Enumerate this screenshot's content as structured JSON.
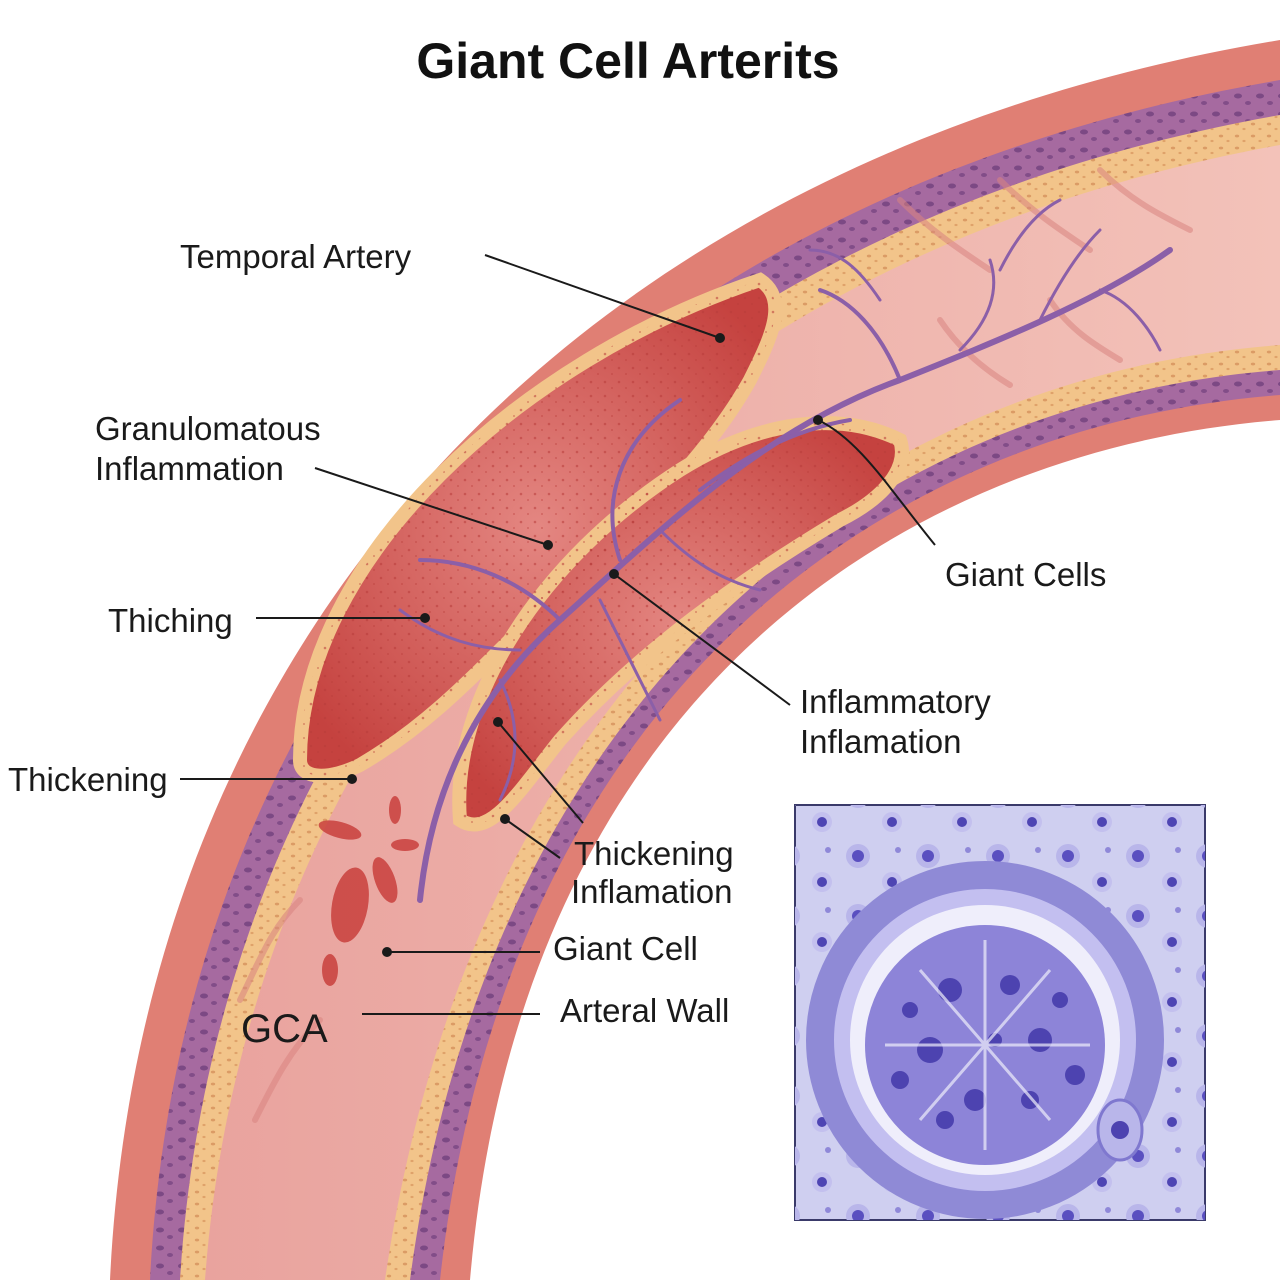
{
  "title": "Giant Cell Arterits",
  "labels": {
    "temporal_artery": "Temporal Artery",
    "granulomatous_line1": "Granulomatous",
    "granulomatous_line2": "Inflammation",
    "giant_cells": "Giant Cells",
    "thiching": "Thiching",
    "inflammatory_line1": "Inflammatory",
    "inflammatory_line2": "Inflamation",
    "thickening": "Thickening",
    "thickening_infl_line1": "Thickening",
    "thickening_infl_line2": "Inflamation",
    "giant_cell": "Giant Cell",
    "arterial_wall": "Arteral Wall",
    "gca": "GCA"
  },
  "colors": {
    "outer_wall": "#e07f74",
    "adventitia": "#9a5a92",
    "media": "#f2c48a",
    "lumen": "#e7a3a0",
    "inflamed": "#c94a48",
    "vessel": "#8b5fa8",
    "histo_bg": "#cfcff0",
    "histo_nuclei": "#5a4fc0"
  }
}
